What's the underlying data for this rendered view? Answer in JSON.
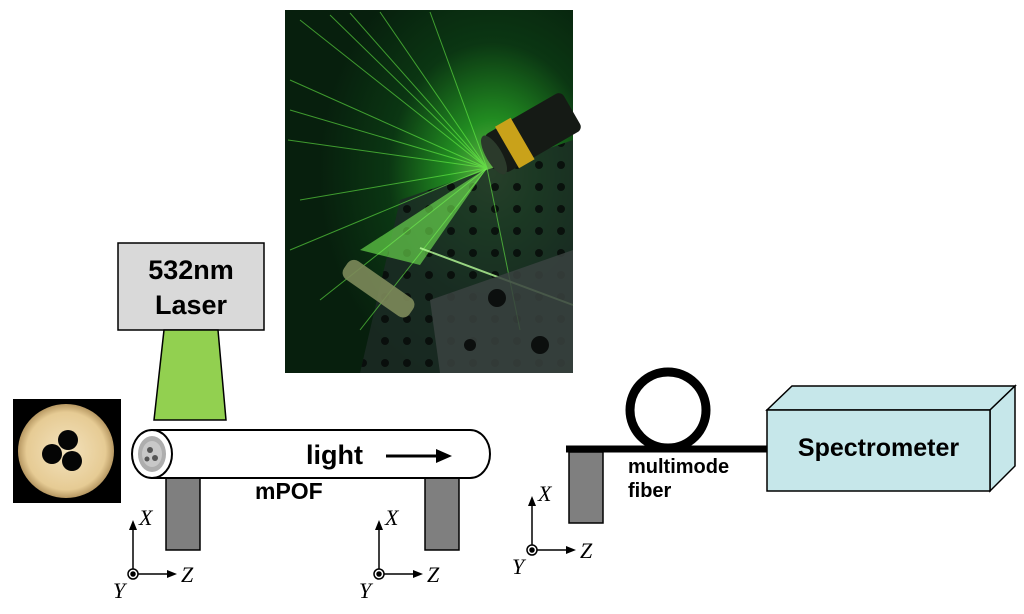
{
  "laser": {
    "line1": "532nm",
    "line2": "Laser"
  },
  "mpof": {
    "flow_label": "light",
    "fiber_label": "mPOF"
  },
  "spectrometer": {
    "label": "Spectrometer"
  },
  "multimode": {
    "line1": "multimode",
    "line2": "fiber"
  },
  "axes": {
    "x": "X",
    "y": "Y",
    "z": "Z"
  },
  "colors": {
    "laser_box": "#d9d9d9",
    "beam": "#92d050",
    "mount": "#7f7f7f",
    "spectrometer": "#c6e7ea",
    "photo_green": "#33ff33"
  }
}
